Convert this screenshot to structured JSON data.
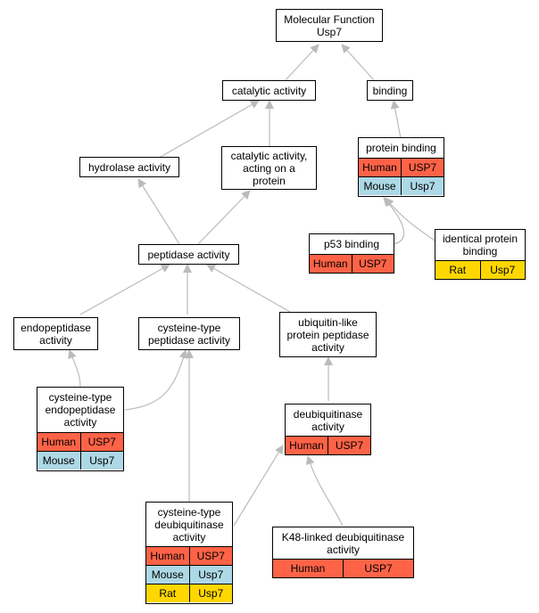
{
  "colors": {
    "edge": "#bbbbbb",
    "Human": "#ff6347",
    "Mouse": "#add8e6",
    "Rat": "#ffd700"
  },
  "nodes": {
    "mf": {
      "title": "Molecular Function\nUsp7",
      "rows": []
    },
    "catalytic": {
      "title": "catalytic activity",
      "rows": []
    },
    "binding": {
      "title": "binding",
      "rows": []
    },
    "hydrolase": {
      "title": "hydrolase activity",
      "rows": []
    },
    "catprot": {
      "title": "catalytic activity,\nacting on a\nprotein",
      "rows": []
    },
    "protbind": {
      "title": "protein binding",
      "rows": [
        {
          "species": "Human",
          "gene": "USP7"
        },
        {
          "species": "Mouse",
          "gene": "Usp7"
        }
      ]
    },
    "p53": {
      "title": "p53 binding",
      "rows": [
        {
          "species": "Human",
          "gene": "USP7"
        }
      ]
    },
    "identical": {
      "title": "identical protein\nbinding",
      "rows": [
        {
          "species": "Rat",
          "gene": "Usp7"
        }
      ]
    },
    "peptidase": {
      "title": "peptidase activity",
      "rows": []
    },
    "endopep": {
      "title": "endopeptidase\nactivity",
      "rows": []
    },
    "cyspep": {
      "title": "cysteine-type\npeptidase activity",
      "rows": []
    },
    "ubl": {
      "title": "ubiquitin-like\nprotein peptidase\nactivity",
      "rows": []
    },
    "cysendo": {
      "title": "cysteine-type\nendopeptidase\nactivity",
      "rows": [
        {
          "species": "Human",
          "gene": "USP7"
        },
        {
          "species": "Mouse",
          "gene": "Usp7"
        }
      ]
    },
    "deubiq": {
      "title": "deubiquitinase\nactivity",
      "rows": [
        {
          "species": "Human",
          "gene": "USP7"
        }
      ]
    },
    "cysdeubiq": {
      "title": "cysteine-type\ndeubiquitinase\nactivity",
      "rows": [
        {
          "species": "Human",
          "gene": "USP7"
        },
        {
          "species": "Mouse",
          "gene": "Usp7"
        },
        {
          "species": "Rat",
          "gene": "Usp7"
        }
      ]
    },
    "k48": {
      "title": "K48-linked deubiquitinase\nactivity",
      "rows": [
        {
          "species": "Human",
          "gene": "USP7"
        }
      ]
    }
  }
}
